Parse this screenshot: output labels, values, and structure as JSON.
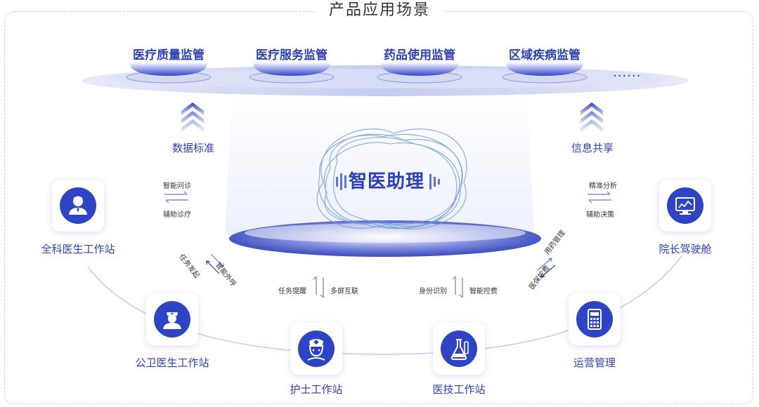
{
  "title": "产品应用场景",
  "top_modules": [
    {
      "label": "医疗质量监管"
    },
    {
      "label": "医疗服务监管"
    },
    {
      "label": "药品使用监管"
    },
    {
      "label": "区域疾病监管"
    }
  ],
  "more": "......",
  "left_flow": "数据标准",
  "right_flow": "信息共享",
  "center_title": "智医助理",
  "stations": [
    {
      "label": "全科医生工作站",
      "icon": "doctor-icon"
    },
    {
      "label": "公卫医生工作站",
      "icon": "public-health-doctor-icon"
    },
    {
      "label": "护士工作站",
      "icon": "nurse-icon"
    },
    {
      "label": "医技工作站",
      "icon": "lab-flask-icon"
    },
    {
      "label": "运营管理",
      "icon": "calculator-icon"
    },
    {
      "label": "院长驾驶舱",
      "icon": "monitor-icon"
    }
  ],
  "interactions": {
    "gp_top": "智能问诊",
    "gp_bottom": "辅助诊疗",
    "phw_up": "任务发起",
    "phw_down": "智能外呼",
    "nurse_left": "任务提醒",
    "nurse_right": "多屏互联",
    "tech_left": "身份识别",
    "tech_right": "智能控费",
    "ops_up": "用药管理",
    "ops_down": "医保控费",
    "dean_top": "精准分析",
    "dean_bottom": "辅助决策"
  },
  "colors": {
    "brand": "#2d3fb8",
    "icon_bg": "#2e44c4"
  }
}
